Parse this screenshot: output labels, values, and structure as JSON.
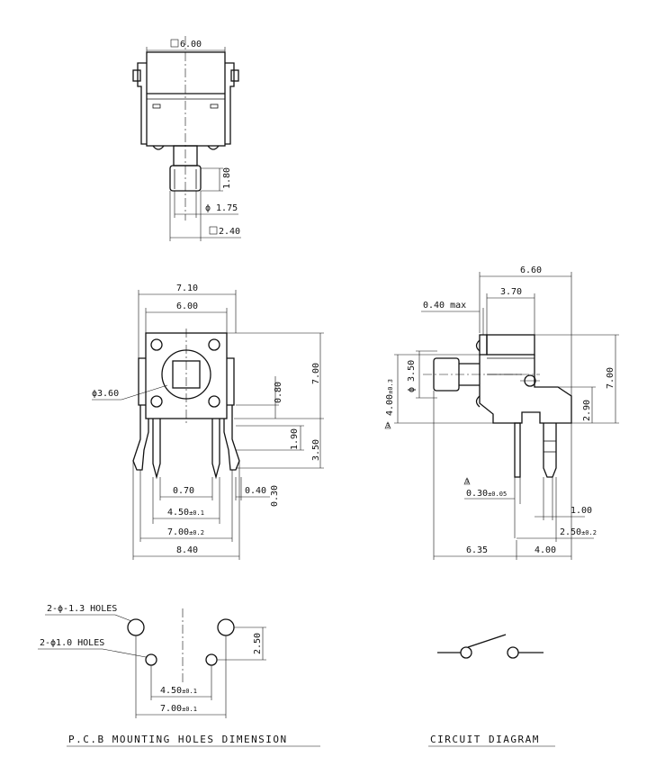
{
  "top_view": {
    "dim_width": "6.00",
    "dim_stem_height": "1.80",
    "dim_stem_diameter": "ϕ 1.75",
    "dim_stem_square": "2.40"
  },
  "front_view": {
    "dim_overall_top": "7.10",
    "dim_body": "6.00",
    "dim_button_dia": "ϕ3.60",
    "dim_0_80": "0.80",
    "dim_height": "7.00",
    "dim_1_90": "1.90",
    "dim_3_50": "3.50",
    "dim_0_70": "0.70",
    "dim_0_40": "0.40",
    "dim_0_30": "0.30",
    "dim_4_50": "4.50",
    "tol_4_50": "±0.1",
    "dim_7_00": "7.00",
    "tol_7_00": "±0.2",
    "dim_8_40": "8.40"
  },
  "side_view": {
    "dim_6_60": "6.60",
    "dim_3_70": "3.70",
    "dim_040max": "0.40 max",
    "dim_3_50": "ϕ 3.50",
    "dim_4_00": "4.00",
    "tol_4_00": "±0.3",
    "marker_4": "3",
    "dim_7_00": "7.00",
    "dim_2_90": "2.90",
    "marker_030": "3",
    "dim_0_30": "0.30",
    "tol_0_30": "±0.05",
    "dim_1_00": "1.00",
    "dim_2_50": "2.50",
    "tol_2_50": "±0.2",
    "dim_6_35": "6.35",
    "dim_4_00b": "4.00"
  },
  "pcb": {
    "label_large_holes": "2-ϕ-1.3 HOLES",
    "label_small_holes": "2-ϕ1.0 HOLES",
    "dim_2_50": "2.50",
    "dim_4_50": "4.50",
    "tol_4_50": "±0.1",
    "dim_7_00": "7.00",
    "tol_7_00": "±0.1",
    "title": "P.C.B MOUNTING HOLES DIMENSION"
  },
  "circuit": {
    "title": "CIRCUIT DIAGRAM"
  }
}
